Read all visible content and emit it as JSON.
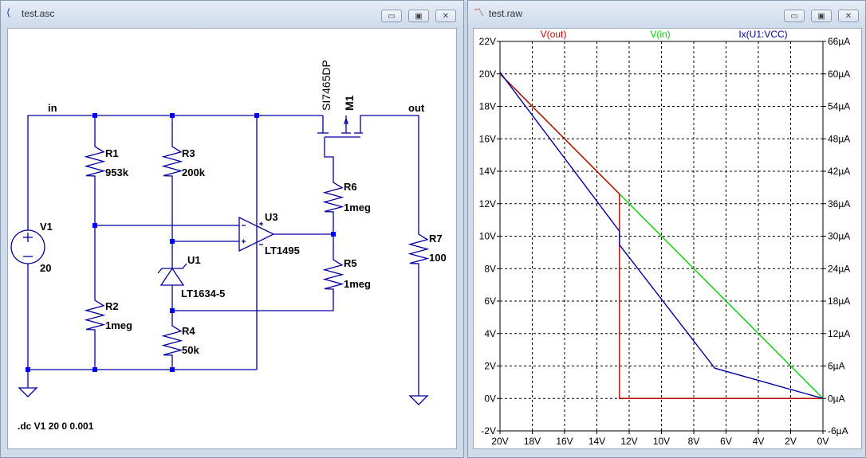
{
  "schematic_window": {
    "title": "test.asc",
    "buttons": {
      "minimize": "▭",
      "restore": "▣",
      "close": "✕"
    }
  },
  "plot_window": {
    "title": "test.raw",
    "buttons": {
      "minimize": "▭",
      "restore": "▣",
      "close": "✕"
    }
  },
  "schematic": {
    "net_labels": {
      "in": "in",
      "out": "out"
    },
    "V1": {
      "name": "V1",
      "value": "20"
    },
    "R1": {
      "name": "R1",
      "value": "953k"
    },
    "R2": {
      "name": "R2",
      "value": "1meg"
    },
    "R3": {
      "name": "R3",
      "value": "200k"
    },
    "R4": {
      "name": "R4",
      "value": "50k"
    },
    "R5": {
      "name": "R5",
      "value": "1meg"
    },
    "R6": {
      "name": "R6",
      "value": "1meg"
    },
    "R7": {
      "name": "R7",
      "value": "100"
    },
    "U1": {
      "name": "U1",
      "value": "LT1634-5"
    },
    "U3": {
      "name": "U3",
      "value": "LT1495"
    },
    "M1": {
      "name": "M1",
      "value": "SI7465DP"
    },
    "directive": ".dc V1 20 0 0.001",
    "wire_color": "#0000a0"
  },
  "chart_data": {
    "type": "line",
    "x_ticks": [
      "20V",
      "18V",
      "16V",
      "14V",
      "12V",
      "10V",
      "8V",
      "6V",
      "4V",
      "2V",
      "0V"
    ],
    "y_ticks": [
      "22V",
      "20V",
      "18V",
      "16V",
      "14V",
      "12V",
      "10V",
      "8V",
      "6V",
      "4V",
      "2V",
      "0V",
      "-2V"
    ],
    "y2_ticks": [
      "66µA",
      "60µA",
      "54µA",
      "48µA",
      "42µA",
      "36µA",
      "30µA",
      "24µA",
      "18µA",
      "12µA",
      "6µA",
      "0µA",
      "-6µA"
    ],
    "xlim": [
      20,
      0
    ],
    "ylim": [
      -2,
      22
    ],
    "y2lim": [
      -6,
      66
    ],
    "grid": true,
    "series": [
      {
        "name": "V(out)",
        "color": "#c00000",
        "axis": "left",
        "points": [
          [
            20,
            20
          ],
          [
            12.6,
            12.6
          ],
          [
            12.6,
            0
          ],
          [
            0,
            0
          ]
        ]
      },
      {
        "name": "V(in)",
        "color": "#00d000",
        "axis": "left",
        "points": [
          [
            20,
            20
          ],
          [
            0,
            0
          ]
        ]
      },
      {
        "name": "Ix(U1:VCC)",
        "color": "#0000a0",
        "axis": "right",
        "points": [
          [
            20,
            60.3
          ],
          [
            12.6,
            30.9
          ],
          [
            12.6,
            28.4
          ],
          [
            6.7,
            5.6
          ],
          [
            0,
            0
          ]
        ]
      }
    ]
  }
}
